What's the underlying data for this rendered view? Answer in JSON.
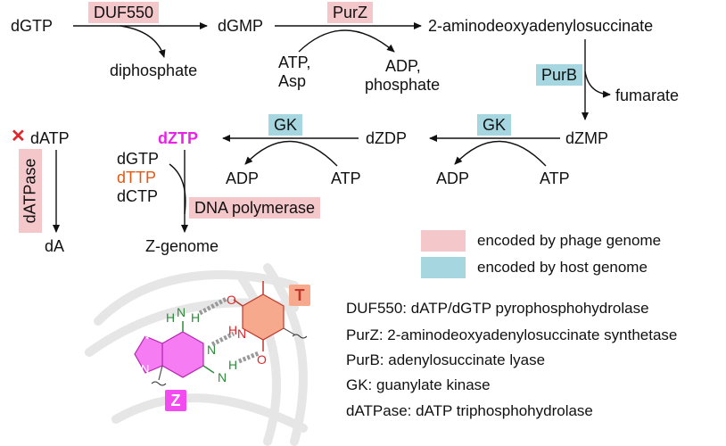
{
  "pathway": {
    "dGTP": "dGTP",
    "dGMP": "dGMP",
    "adenylosuccinate": "2-aminodeoxyadenylosuccinate",
    "diphosphate": "diphosphate",
    "atp_asp_1": "ATP,",
    "atp_asp_2": "Asp",
    "adp_phosphate_1": "ADP,",
    "adp_phosphate_2": "phosphate",
    "fumarate": "fumarate",
    "dZMP": "dZMP",
    "dZDP": "dZDP",
    "dZTP": "dZTP",
    "adp_right": "ADP",
    "atp_right": "ATP",
    "adp_mid": "ADP",
    "atp_mid": "ATP",
    "dATP": "dATP",
    "dA": "dA",
    "dGTP2": "dGTP",
    "dTTP": "dTTP",
    "dCTP": "dCTP",
    "zgenome": "Z-genome"
  },
  "enzymes": {
    "duf550": "DUF550",
    "purz": "PurZ",
    "purb": "PurB",
    "gk1": "GK",
    "gk2": "GK",
    "polymerase": "DNA  polymerase",
    "datpase": "dATPase"
  },
  "legend": {
    "phage": "encoded by phage genome",
    "host": "encoded by host genome"
  },
  "definitions": [
    "DUF550: dATP/dGTP pyrophosphohydrolase",
    "PurZ: 2-aminodeoxyadenylosuccinate synthetase",
    "PurB: adenylosuccinate lyase",
    "GK: guanylate kinase",
    "dATPase: dATP triphosphohydrolase"
  ],
  "structure": {
    "z_label": "Z",
    "t_label": "T",
    "atom_N": "N",
    "atom_H": "H",
    "atom_O": "O"
  },
  "colors": {
    "phage": "#f4c7cb",
    "host": "#a6d6e0",
    "magenta": "#ea22e7",
    "orange": "#e05a12",
    "red": "#e0262b",
    "green": "#2e8b3a"
  }
}
